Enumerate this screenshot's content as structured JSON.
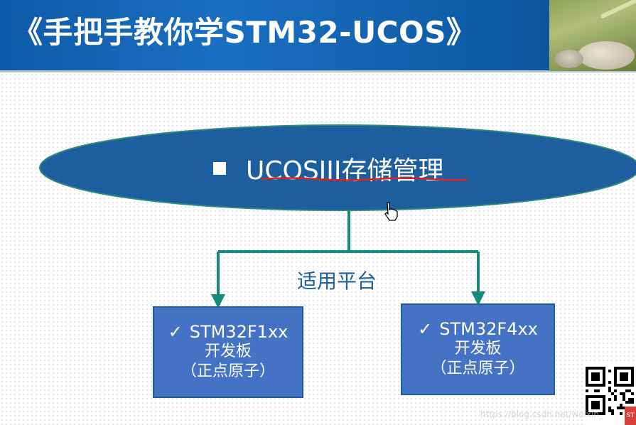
{
  "banner": {
    "title": "《手把手教你学STM32-UCOS》"
  },
  "ellipse": {
    "label": "UCOSIII存储管理"
  },
  "connector": {
    "label": "适用平台"
  },
  "boards": [
    {
      "check": "✓",
      "name": "STM32F1xx",
      "line1": "开发板",
      "line2": "（正点原子）"
    },
    {
      "check": "✓",
      "name": "STM32F4xx",
      "line1": "开发板",
      "line2": "（正点原子）"
    }
  ],
  "colors": {
    "banner_blue": "#1a6fc2",
    "ellipse_fill": "#1d5f9e",
    "box_fill": "#4472c4",
    "connector": "#168a7d",
    "underline": "#e02020"
  },
  "watermark": {
    "text": "https://blog.csdn.net/weixin_"
  },
  "corner_badge": {
    "text": "ST"
  }
}
